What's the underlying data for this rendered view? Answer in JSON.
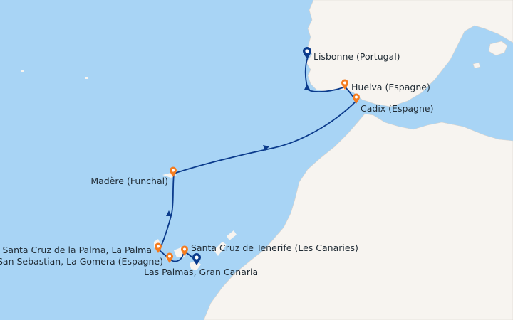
{
  "colors": {
    "sea": "#a8d4f5",
    "land": "#f7f4f0",
    "route": "#0b3b8c",
    "port_marker": "#f47c20",
    "home_marker": "#0b3b8c",
    "label_text": "#1f2a33"
  },
  "icons": {
    "port": "map-pin-icon",
    "home_port": "ship-pin-icon",
    "direction": "arrow-icon"
  },
  "ports": [
    {
      "id": "lisbon",
      "label": "Lisbonne (Portugal)",
      "type": "home"
    },
    {
      "id": "huelva",
      "label": "Huelva (Espagne)",
      "type": "port"
    },
    {
      "id": "cadiz",
      "label": "Cadix (Espagne)",
      "type": "port"
    },
    {
      "id": "funchal",
      "label": "Madère (Funchal)",
      "type": "port"
    },
    {
      "id": "lapalma",
      "label": "Santa Cruz de la Palma, La Palma",
      "type": "port"
    },
    {
      "id": "gomera",
      "label": "San Sebastian, La Gomera (Espagne)",
      "type": "port"
    },
    {
      "id": "tenerife",
      "label": "Santa Cruz de Tenerife (Les Canaries)",
      "type": "home"
    },
    {
      "id": "laspalmas",
      "label": "Las Palmas, Gran Canaria",
      "type": "port"
    }
  ]
}
